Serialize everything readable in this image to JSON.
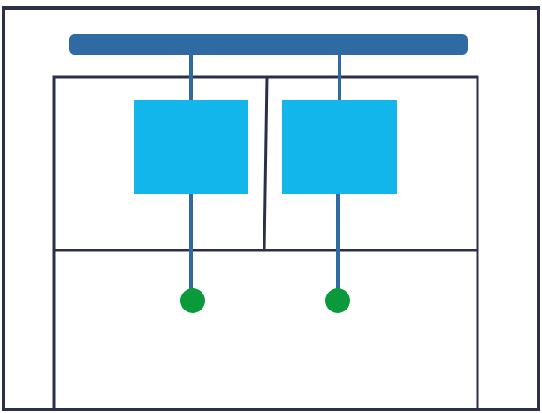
{
  "colors": {
    "background": "#ffffff",
    "frame_stroke": "#2b2f4a",
    "rail_fill": "#2f6aa3",
    "connector_stroke": "#2f6aa3",
    "box_fill": "#13b6ea",
    "node_fill": "#0a9a3b"
  },
  "diagram": {
    "units": [
      {
        "id": "unit-left",
        "box_icon": "square-block",
        "node_icon": "green-dot"
      },
      {
        "id": "unit-right",
        "box_icon": "square-block",
        "node_icon": "green-dot"
      }
    ]
  }
}
